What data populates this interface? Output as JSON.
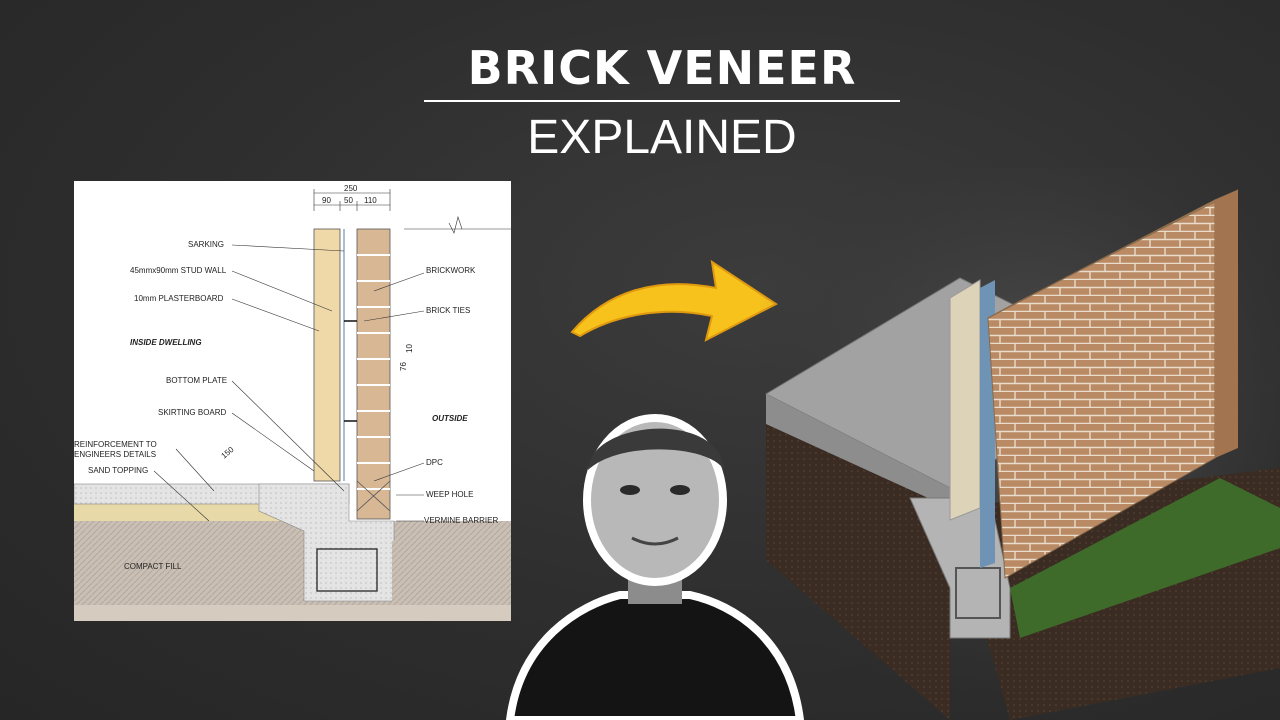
{
  "title": {
    "main": "BRICK VENEER",
    "sub": "EXPLAINED"
  },
  "drawing": {
    "dimensions": {
      "overall": "250",
      "stud": "90",
      "cavity": "50",
      "brick": "110",
      "dpc_height": "76",
      "dpc_course": "10",
      "slab_edge": "150"
    },
    "labels": {
      "sarking": "SARKING",
      "stud_wall": "45mmx90mm STUD WALL",
      "plasterboard": "10mm PLASTERBOARD",
      "inside": "INSIDE DWELLING",
      "bottom_plate": "BOTTOM PLATE",
      "skirting": "SKIRTING BOARD",
      "reinforcement_1": "REINFORCEMENT TO",
      "reinforcement_2": "ENGINEERS DETAILS",
      "sand_topping": "SAND TOPPING",
      "compact_fill": "COMPACT FILL",
      "brickwork": "BRICKWORK",
      "brick_ties": "BRICK TIES",
      "outside": "OUTSIDE",
      "dpc": "DPC",
      "weep_hole": "WEEP HOLE",
      "vermine_barrier": "VERMINE BARRIER"
    }
  },
  "colors": {
    "background": "#2e2e2e",
    "arrow": "#f7c21c",
    "brick": "#b98a63",
    "timber": "#f0d9a8",
    "soil": "#3a2c22",
    "grass": "#3f6b2a",
    "slab": "#9a9a9a",
    "sarking": "#6f93b5"
  },
  "icons": {
    "arrow": "curved-arrow-icon"
  }
}
